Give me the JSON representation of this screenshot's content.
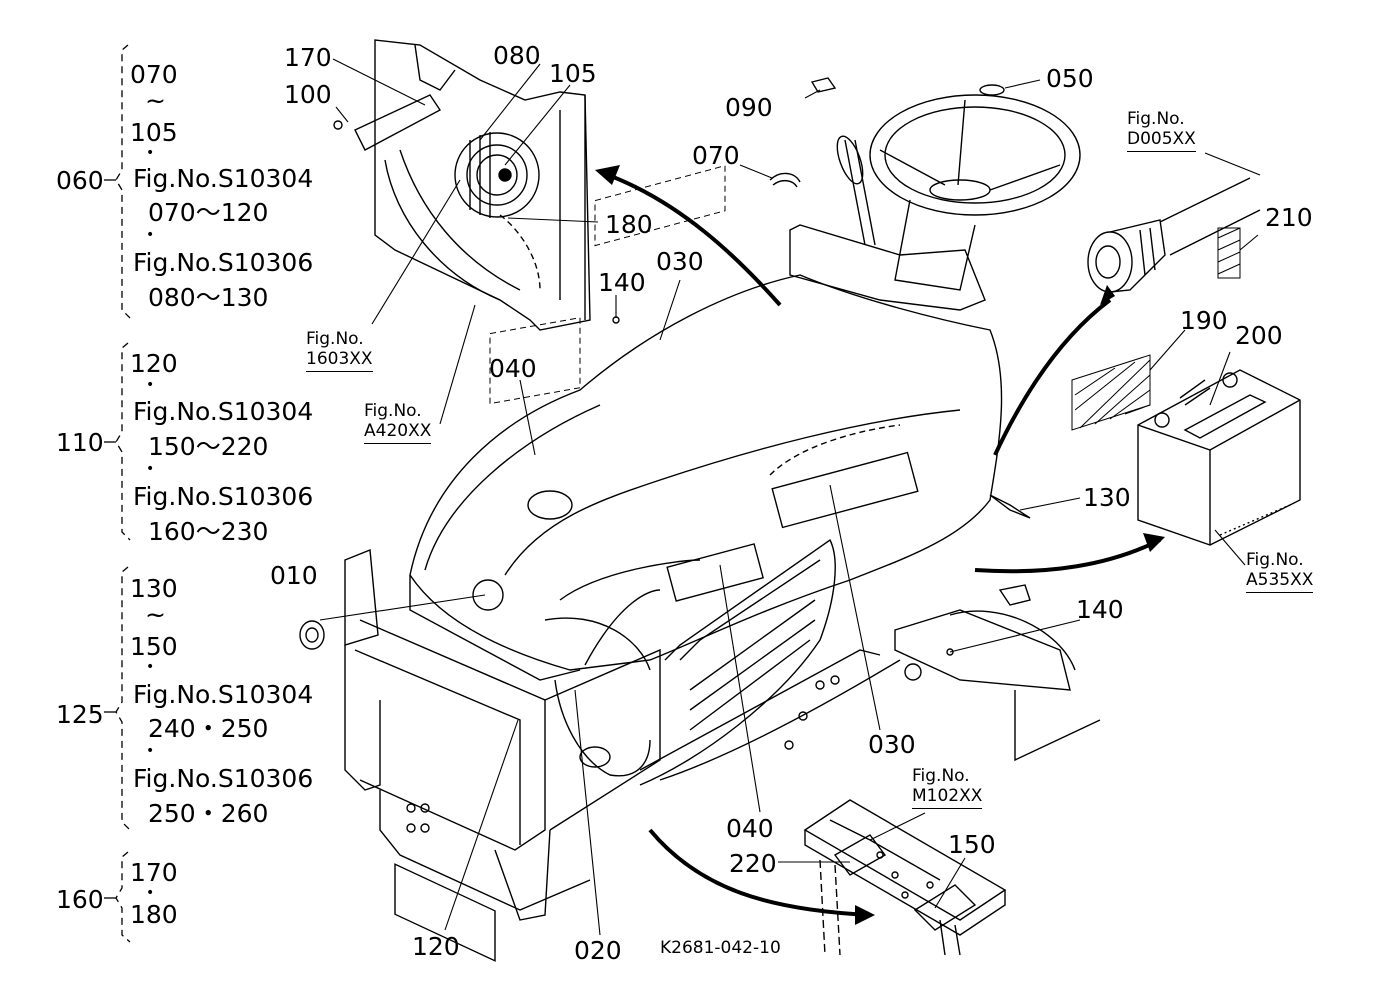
{
  "groups": [
    {
      "ref": "060",
      "lines": [
        "070",
        "~",
        "105",
        "•",
        "Fig.No.S10304",
        "070～120",
        "•",
        "Fig.No.S10306",
        "080～130"
      ]
    },
    {
      "ref": "110",
      "lines": [
        "120",
        "•",
        "Fig.No.S10304",
        "150～220",
        "•",
        "Fig.No.S10306",
        "160～230"
      ]
    },
    {
      "ref": "125",
      "lines": [
        "130",
        "~",
        "150",
        "•",
        "Fig.No.S10304",
        "240・250",
        "•",
        "Fig.No.S10306",
        "250・260"
      ]
    },
    {
      "ref": "160",
      "lines": [
        "170",
        "•",
        "180"
      ]
    }
  ],
  "callouts": {
    "c170": "170",
    "c100": "100",
    "c080": "080",
    "c105": "105",
    "c180": "180",
    "c090": "090",
    "c050": "050",
    "c070": "070",
    "c140a": "140",
    "c030a": "030",
    "c040a": "040",
    "c210": "210",
    "c190": "190",
    "c200": "200",
    "c130": "130",
    "c140b": "140",
    "c010": "010",
    "c030b": "030",
    "c040b": "040",
    "c220": "220",
    "c150": "150",
    "c120": "120",
    "c020": "020"
  },
  "figrefs": {
    "f1603": {
      "label": "Fig.No.",
      "code": "1603XX"
    },
    "fA420": {
      "label": "Fig.No.",
      "code": "A420XX"
    },
    "fD005": {
      "label": "Fig.No.",
      "code": "D005XX"
    },
    "fA535": {
      "label": "Fig.No.",
      "code": "A535XX"
    },
    "fM102": {
      "label": "Fig.No.",
      "code": "M102XX"
    }
  },
  "drawing_id": "K2681-042-10",
  "colors": {
    "line": "#000000",
    "background": "#ffffff"
  }
}
